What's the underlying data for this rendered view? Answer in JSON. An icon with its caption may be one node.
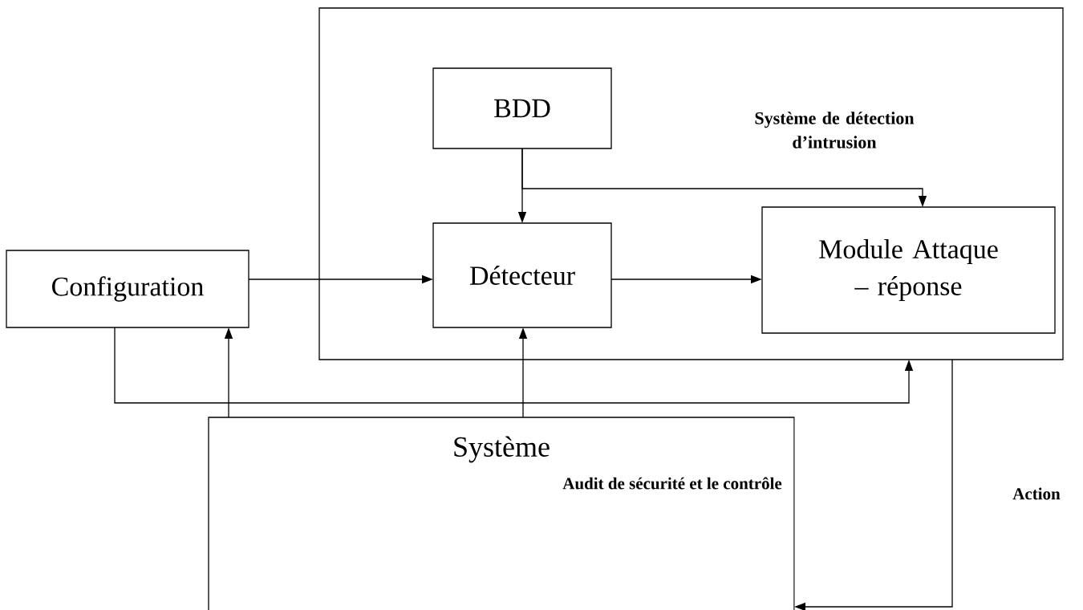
{
  "diagram": {
    "nodes": [
      {
        "text": [
          "Système de détection d’intrusion"
        ]
      },
      {
        "text": [
          "BDD"
        ],
        "in": 0
      },
      {
        "text": [
          "Configuration"
        ]
      },
      {
        "text": [
          "Détecteur"
        ],
        "in": 0
      },
      {
        "text": [
          "Module Attaque – réponse"
        ],
        "in": 0
      },
      {
        "text": [
          "Système"
        ]
      }
    ],
    "edges": [
      {
        "from": 1,
        "to": 3,
        "arrow": "to"
      },
      {
        "from": 1,
        "to": 4,
        "arrow": "to"
      },
      {
        "from": 2,
        "to": 3,
        "arrow": "to"
      },
      {
        "from": 3,
        "to": 4,
        "arrow": "to"
      },
      {
        "from": 2,
        "to": 0,
        "arrow": "to"
      },
      {
        "from": 5,
        "to": 2,
        "arrow": "to"
      },
      {
        "from": 5,
        "to": 3,
        "arrow": "to"
      },
      {
        "from": 0,
        "to": 5,
        "arrow": "to",
        "label": "Action"
      }
    ],
    "labels": [
      "Audit de sécurité et le contrôle"
    ]
  }
}
